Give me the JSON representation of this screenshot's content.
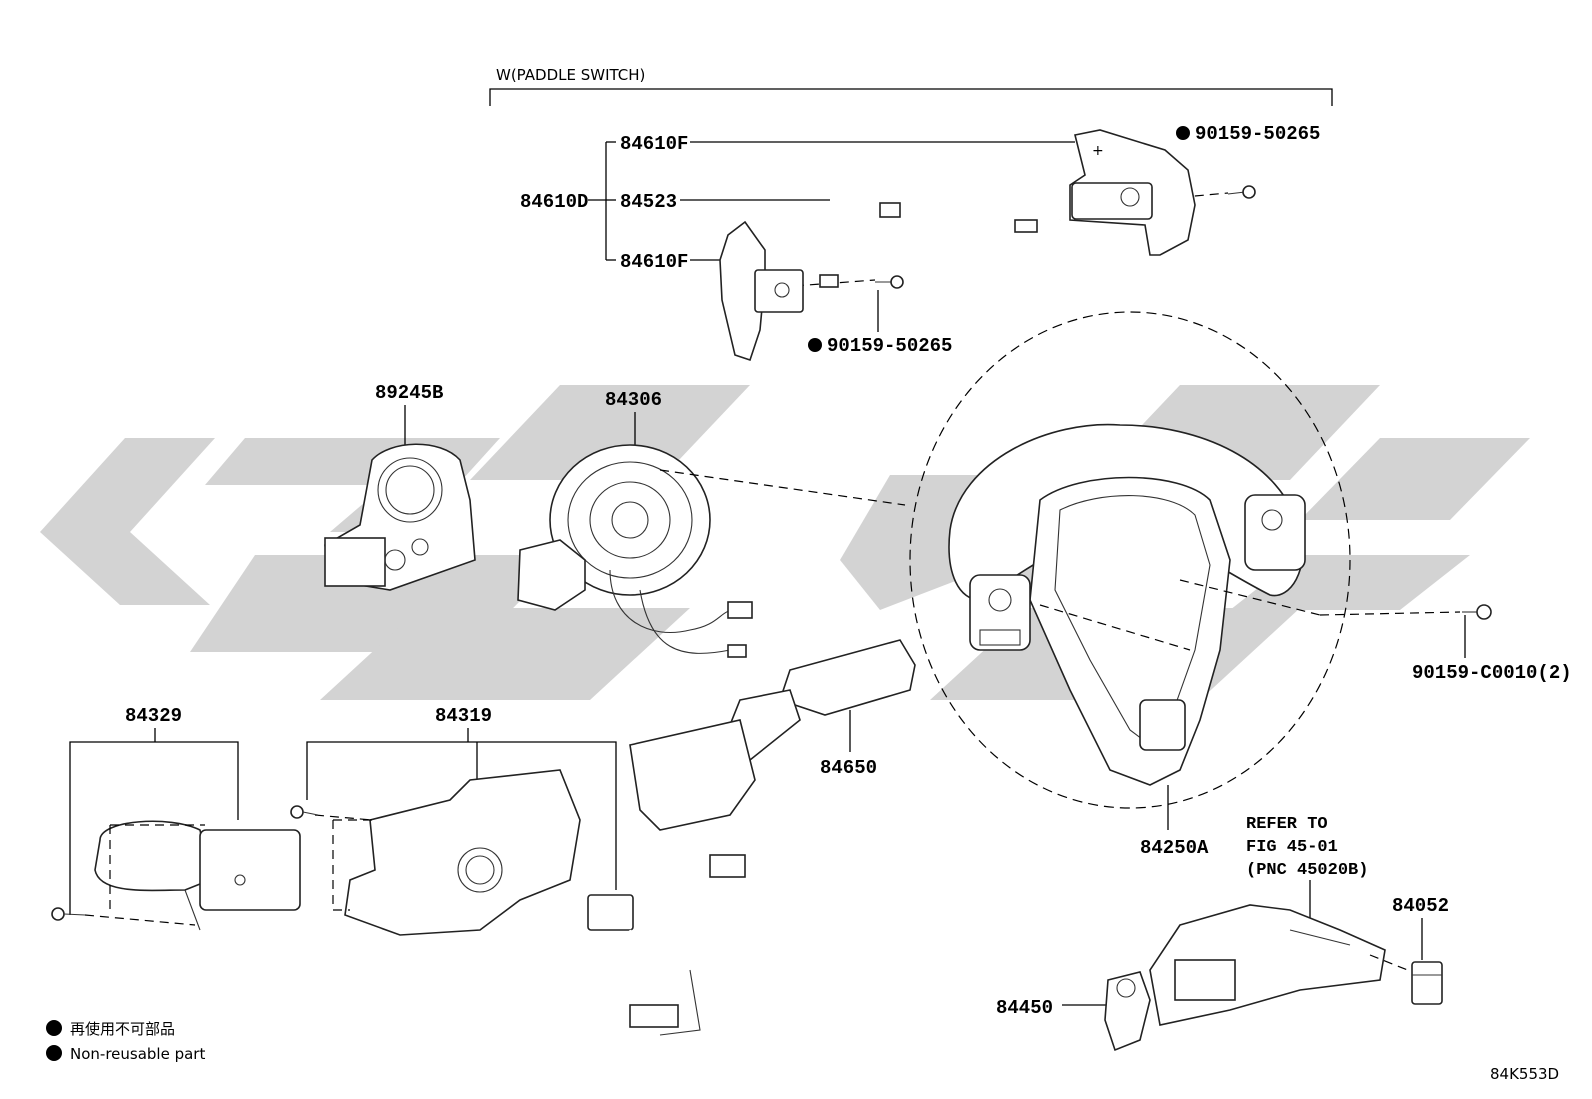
{
  "section_header": "W(PADDLE SWITCH)",
  "part_labels": {
    "p84610F_top": "84610F",
    "p84610D": "84610D",
    "p84523": "84523",
    "p84610F_bottom": "84610F",
    "p90159_50265_top": "90159-50265",
    "p90159_50265_bottom": "90159-50265",
    "p89245B": "89245B",
    "p84306": "84306",
    "p84329": "84329",
    "p84319": "84319",
    "p84650": "84650",
    "p84250A": "84250A",
    "p90159_C0010": "90159-C0010(2)",
    "p84052": "84052",
    "p84450": "84450"
  },
  "refer": {
    "line1": "REFER TO",
    "line2": "FIG 45-01",
    "line3": "(PNC 45020B)"
  },
  "legend": {
    "jp": "再使用不可部品",
    "en": "Non-reusable part"
  },
  "diagram_code": "84K553D"
}
